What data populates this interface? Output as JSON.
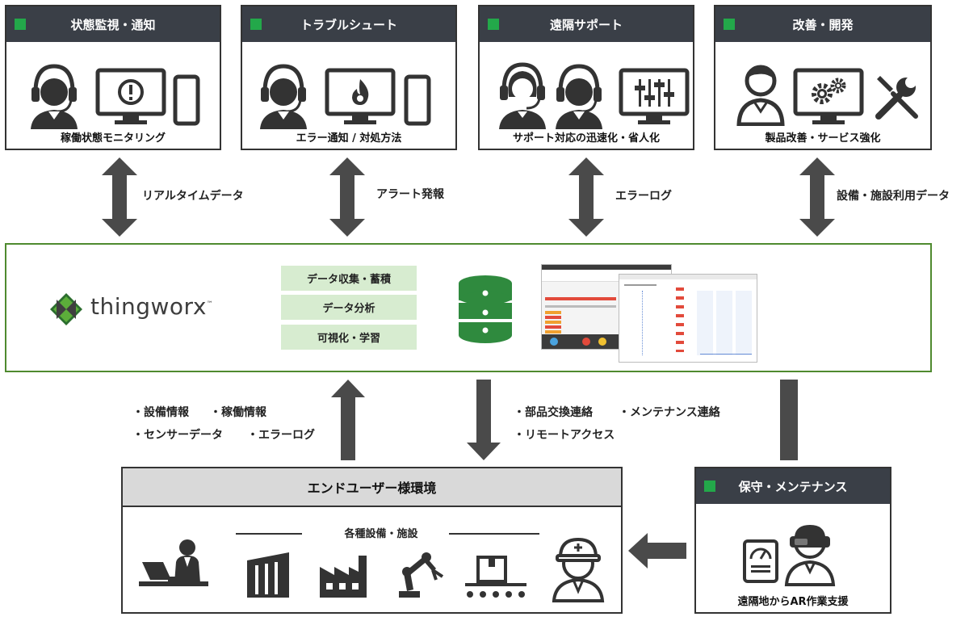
{
  "top_boxes": [
    {
      "title": "状態監視・通知",
      "caption": "稼働状態モニタリング"
    },
    {
      "title": "トラブルシュート",
      "caption": "エラー通知 / 対処方法"
    },
    {
      "title": "遠隔サポート",
      "caption": "サポート対応の迅速化・省人化"
    },
    {
      "title": "改善・開発",
      "caption": "製品改善・サービス強化"
    }
  ],
  "flow_labels": [
    "リアルタイムデータ",
    "アラート発報",
    "エラーログ",
    "設備・施設利用データ"
  ],
  "platform": {
    "logo_text": "thingworx",
    "logo_tm": "™",
    "functions": [
      "データ収集・蓄積",
      "データ分析",
      "可視化・学習"
    ]
  },
  "upstream_items": [
    "・設備情報",
    "・稼働情報",
    "・センサーデータ",
    "・エラーログ"
  ],
  "downstream_items": [
    "・部品交換連絡",
    "・メンテナンス連絡",
    "・リモートアクセス"
  ],
  "end_user": {
    "title": "エンドユーザー様環境",
    "subtitle": "各種設備・施設"
  },
  "maintenance": {
    "title": "保守・メンテナンス",
    "caption": "遠隔地からAR作業支援"
  },
  "colors": {
    "header_dark": "#3a3f47",
    "accent_green": "#23a84a",
    "platform_border": "#4f8a2f",
    "function_bg": "#d7ecd0",
    "arrow": "#4a4a4a"
  }
}
